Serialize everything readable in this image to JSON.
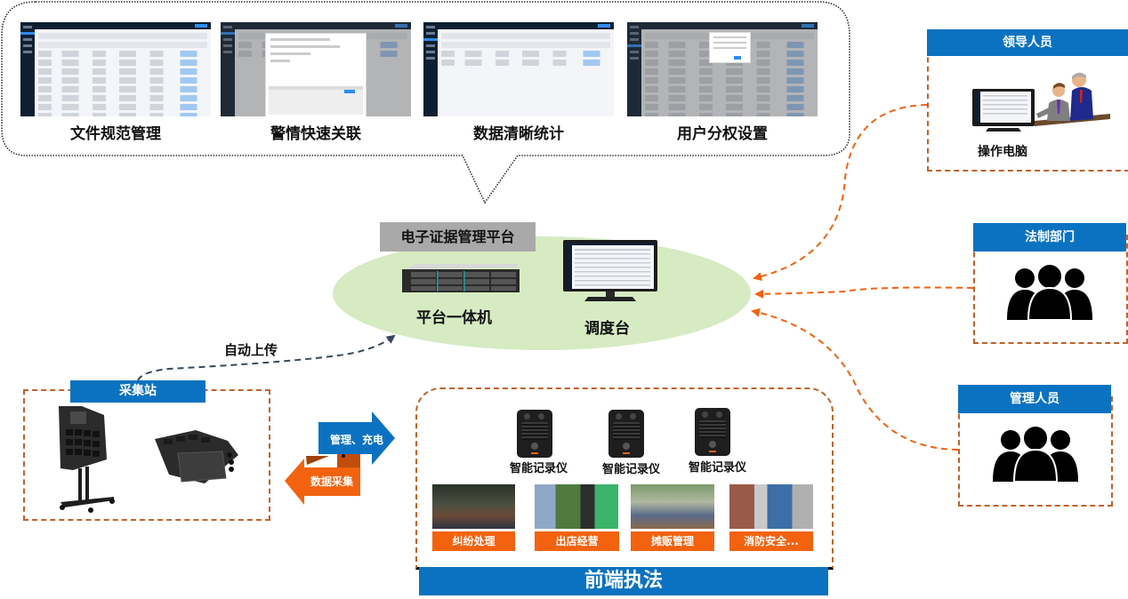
{
  "title": "电子证据管理平台",
  "features": [
    {
      "label": "文件规范管理",
      "screenshot": "file-management-screenshot"
    },
    {
      "label": "警情快速关联",
      "screenshot": "alert-association-screenshot"
    },
    {
      "label": "数据清晰统计",
      "screenshot": "data-statistics-screenshot"
    },
    {
      "label": "用户分权设置",
      "screenshot": "user-permission-screenshot"
    }
  ],
  "platform": {
    "title": "电子证据管理平台",
    "devices": [
      {
        "label": "平台一体机",
        "icon": "server-icon"
      },
      {
        "label": "调度台",
        "icon": "monitor-icon"
      }
    ]
  },
  "roles": [
    {
      "title": "领导人员",
      "caption": "操作电脑",
      "icon": "executives-at-computer-icon"
    },
    {
      "title": "法制部门",
      "icon": "people-group-icon"
    },
    {
      "title": "管理人员",
      "icon": "people-group-icon"
    }
  ],
  "collection_station": {
    "title": "采集站",
    "upload_label": "自动上传",
    "devices": [
      "floor-standing-collection-station",
      "desktop-collection-station"
    ]
  },
  "exchange_arrows": {
    "to_frontend": "管理、充电",
    "to_station": "数据采集",
    "colors": {
      "to_frontend": "#0b72c1",
      "to_station": "#f2620f"
    }
  },
  "frontend": {
    "title": "前端执法",
    "recorders": [
      "智能记录仪",
      "智能记录仪",
      "智能记录仪"
    ],
    "scenarios": [
      "纠纷处理",
      "出店经营",
      "摊贩管理",
      "消防安全..."
    ]
  },
  "colors": {
    "primary_blue": "#0b72c1",
    "orange": "#f2620f",
    "ellipse_green": "#d6ebc2",
    "title_gray": "#a9a9a9",
    "upload_arrow": "#34495e"
  }
}
